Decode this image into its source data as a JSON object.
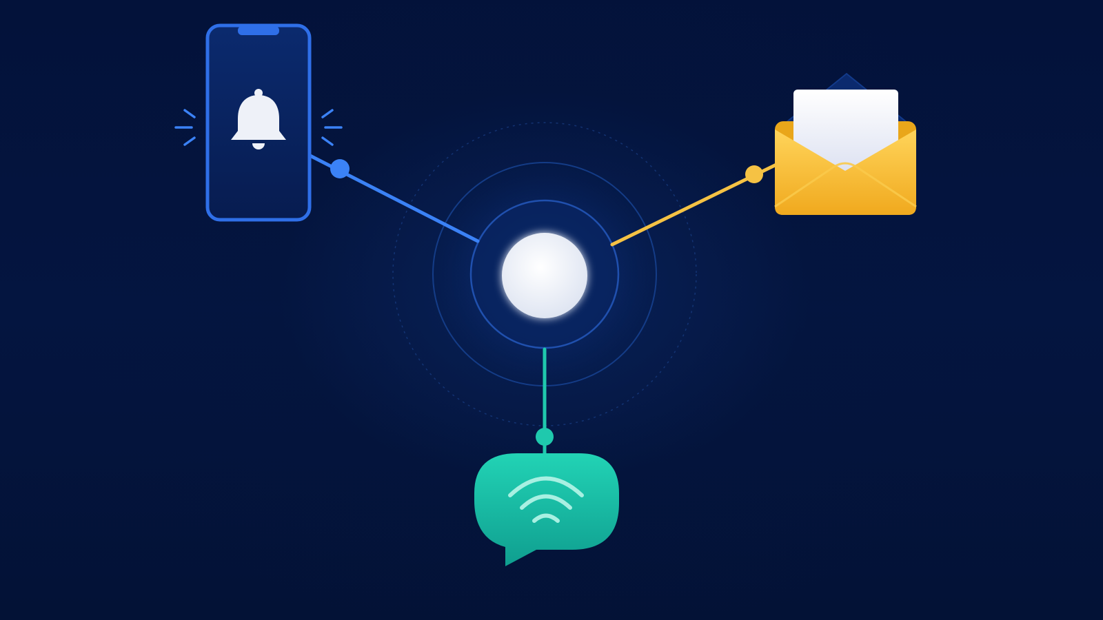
{
  "scene": {
    "nodes": [
      {
        "id": "hub",
        "icon": "hub-circle-icon"
      },
      {
        "id": "phone",
        "icon": "phone-bell-icon"
      },
      {
        "id": "email",
        "icon": "envelope-icon"
      },
      {
        "id": "chat",
        "icon": "chat-wifi-icon"
      }
    ],
    "connections": [
      {
        "from": "hub",
        "to": "phone",
        "color": "#3b82f6"
      },
      {
        "from": "hub",
        "to": "email",
        "color": "#f5c244"
      },
      {
        "from": "hub",
        "to": "chat",
        "color": "#1fc9ad"
      }
    ]
  },
  "colors": {
    "background": "#041236",
    "phone_accent": "#2f6fe8",
    "email_accent": "#f5c244",
    "chat_accent": "#1fc9ad",
    "hub_fill": "#eef1f8"
  }
}
